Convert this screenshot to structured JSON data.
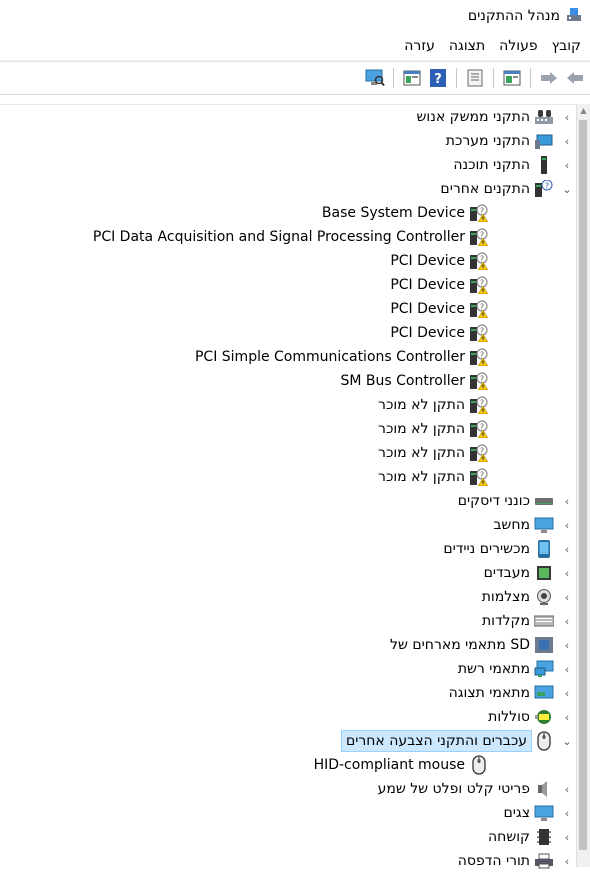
{
  "window": {
    "title": "מנהל ההתקנים",
    "icon": "device-manager-icon"
  },
  "menu": [
    "קובץ",
    "פעולה",
    "תצוגה",
    "עזרה"
  ],
  "toolbar": {
    "icons": [
      "back-arrow-icon",
      "forward-arrow-icon",
      "show-hidden-icon",
      "properties-icon",
      "help-icon",
      "update-driver-icon",
      "scan-hardware-icon"
    ]
  },
  "tree": [
    {
      "label": "התקני ממשק אנוש",
      "icon": "hid-icon",
      "state": "collapsed"
    },
    {
      "label": "התקני מערכת",
      "icon": "system-devices-icon",
      "state": "collapsed"
    },
    {
      "label": "התקני תוכנה",
      "icon": "software-devices-icon",
      "state": "collapsed"
    },
    {
      "label": "התקנים אחרים",
      "icon": "other-devices-icon",
      "state": "expanded"
    },
    {
      "label": "Base System Device",
      "icon": "unknown-device-icon",
      "child": true
    },
    {
      "label": "PCI Data Acquisition and Signal Processing Controller",
      "icon": "unknown-device-icon",
      "child": true
    },
    {
      "label": "PCI Device",
      "icon": "unknown-device-icon",
      "child": true
    },
    {
      "label": "PCI Device",
      "icon": "unknown-device-icon",
      "child": true
    },
    {
      "label": "PCI Device",
      "icon": "unknown-device-icon",
      "child": true
    },
    {
      "label": "PCI Device",
      "icon": "unknown-device-icon",
      "child": true
    },
    {
      "label": "PCI Simple Communications Controller",
      "icon": "unknown-device-icon",
      "child": true
    },
    {
      "label": "SM Bus Controller",
      "icon": "unknown-device-icon",
      "child": true
    },
    {
      "label": "התקן לא מוכר",
      "icon": "unknown-device-icon",
      "child": true
    },
    {
      "label": "התקן לא מוכר",
      "icon": "unknown-device-icon",
      "child": true
    },
    {
      "label": "התקן לא מוכר",
      "icon": "unknown-device-icon",
      "child": true
    },
    {
      "label": "התקן לא מוכר",
      "icon": "unknown-device-icon",
      "child": true
    },
    {
      "label": "כונני דיסקים",
      "icon": "disk-drive-icon",
      "state": "collapsed"
    },
    {
      "label": "מחשב",
      "icon": "computer-icon",
      "state": "collapsed"
    },
    {
      "label": "מכשירים ניידים",
      "icon": "portable-device-icon",
      "state": "collapsed"
    },
    {
      "label": "מעבדים",
      "icon": "processor-icon",
      "state": "collapsed"
    },
    {
      "label": "מצלמות",
      "icon": "camera-icon",
      "state": "collapsed"
    },
    {
      "label": "מקלדות",
      "icon": "keyboard-icon",
      "state": "collapsed"
    },
    {
      "label": "מתאמי מארחים של SD",
      "icon": "sd-host-icon",
      "state": "collapsed"
    },
    {
      "label": "מתאמי רשת",
      "icon": "network-adapter-icon",
      "state": "collapsed"
    },
    {
      "label": "מתאמי תצוגה",
      "icon": "display-adapter-icon",
      "state": "collapsed"
    },
    {
      "label": "סוללות",
      "icon": "battery-icon",
      "state": "collapsed"
    },
    {
      "label": "עכברים והתקני הצבעה אחרים",
      "icon": "mouse-icon",
      "state": "expanded",
      "selected": true
    },
    {
      "label": "HID-compliant mouse",
      "icon": "mouse-icon",
      "child": true
    },
    {
      "label": "פריטי קלט ופלט של שמע",
      "icon": "speaker-icon",
      "state": "collapsed"
    },
    {
      "label": "צגים",
      "icon": "monitor-icon",
      "state": "collapsed"
    },
    {
      "label": "קושחה",
      "icon": "firmware-icon",
      "state": "collapsed"
    },
    {
      "label": "תורי הדפסה",
      "icon": "printer-icon",
      "state": "collapsed"
    }
  ]
}
